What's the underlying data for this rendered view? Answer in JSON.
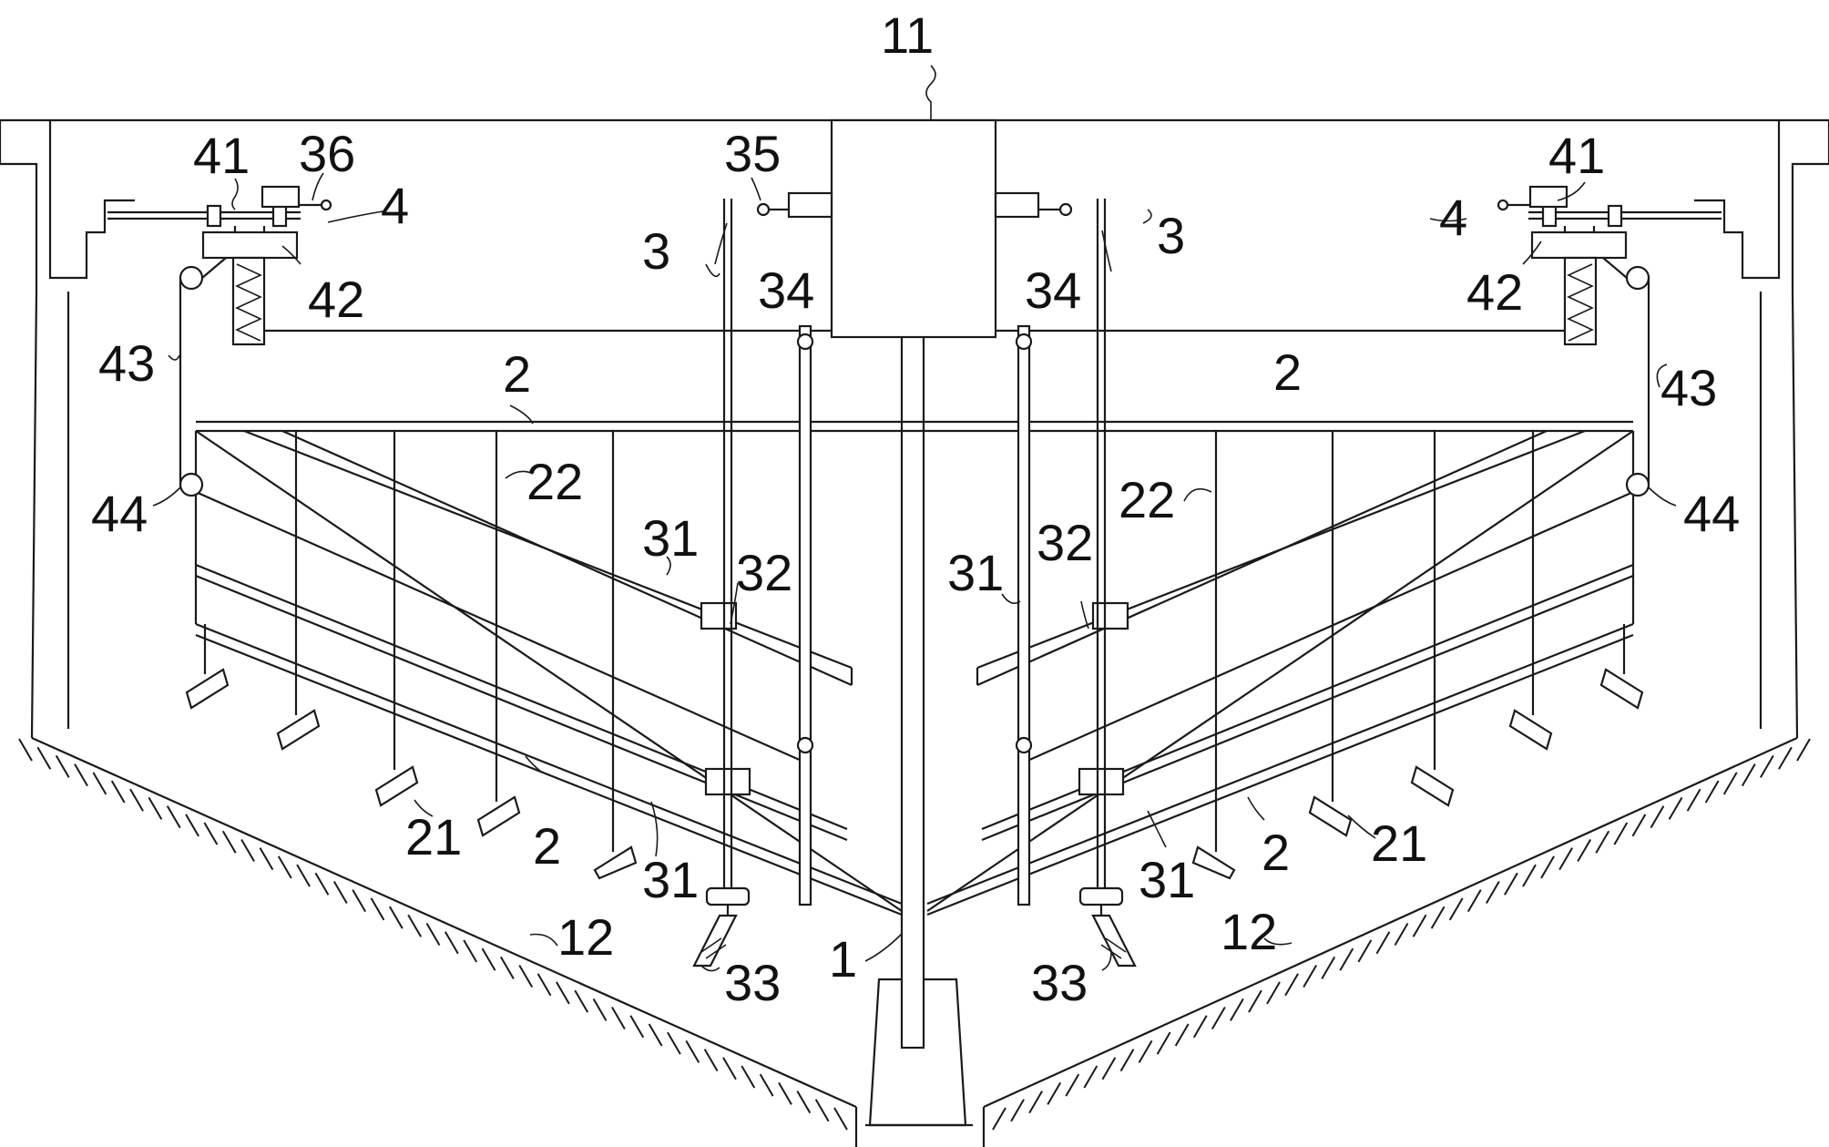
{
  "labels": {
    "n11": "11",
    "n41": "41",
    "n36": "36",
    "n35": "35",
    "n4": "4",
    "n42": "42",
    "n3": "3",
    "n34": "34",
    "n43": "43",
    "n2": "2",
    "n22": "22",
    "n44": "44",
    "n31": "31",
    "n32": "32",
    "n21": "21",
    "n12": "12",
    "n33": "33",
    "n1": "1"
  }
}
